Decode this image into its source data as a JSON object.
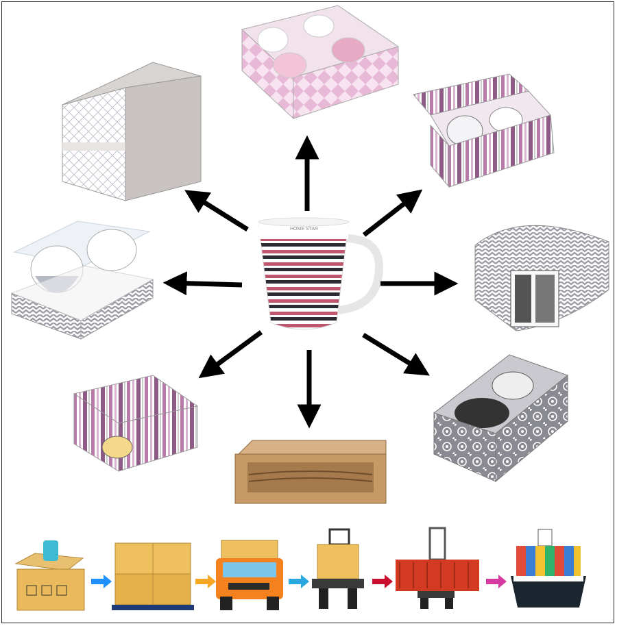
{
  "center_product": {
    "name": "striped-mug",
    "brand_label": "HOME STAR",
    "colors": {
      "stripe_pink": "#c0556e",
      "stripe_dark": "#2b2b33",
      "body": "#ffffff"
    }
  },
  "packaging_options": [
    {
      "id": "gray-gift-box"
    },
    {
      "id": "pink-checker-4-mug-box"
    },
    {
      "id": "pink-stripe-lid-box"
    },
    {
      "id": "clear-window-2-mug-box"
    },
    {
      "id": "chevron-wrap-box"
    },
    {
      "id": "stripe-cube-box"
    },
    {
      "id": "kraft-cardboard-tray"
    },
    {
      "id": "damask-open-box"
    }
  ],
  "shipping_steps": [
    {
      "id": "packing-box"
    },
    {
      "id": "palletized-cartons"
    },
    {
      "id": "delivery-truck"
    },
    {
      "id": "container-on-chassis"
    },
    {
      "id": "shipping-container-crane"
    },
    {
      "id": "container-ship"
    }
  ],
  "arrow_colors": [
    "#1e90ff",
    "#f5a623",
    "#29a8e0",
    "#c8102e",
    "#d63aa0"
  ]
}
